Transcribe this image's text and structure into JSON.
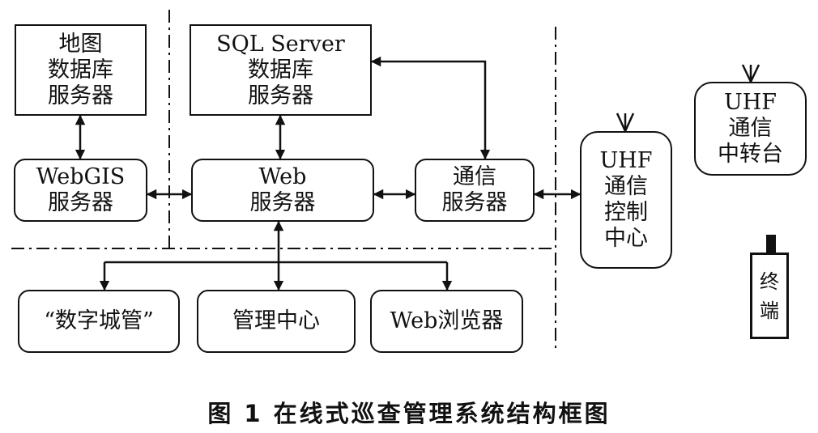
{
  "nodes": {
    "map_db": [
      "地图",
      "数据库",
      "服务器"
    ],
    "sql_db": [
      "SQL Server",
      "数据库",
      "服务器"
    ],
    "webgis": [
      "WebGIS",
      "服务器"
    ],
    "web": [
      "Web",
      "服务器"
    ],
    "comm": [
      "通信",
      "服务器"
    ],
    "uhf_control": [
      "UHF",
      "通信",
      "控制",
      "中心"
    ],
    "uhf_relay": [
      "UHF",
      "通信",
      "中转台"
    ],
    "digital_city": "“数字城管”",
    "mgmt_center": "管理中心",
    "browser": "Web浏览器",
    "terminal": [
      "终",
      "端"
    ]
  },
  "caption": "图 1   在线式巡查管理系统结构框图"
}
